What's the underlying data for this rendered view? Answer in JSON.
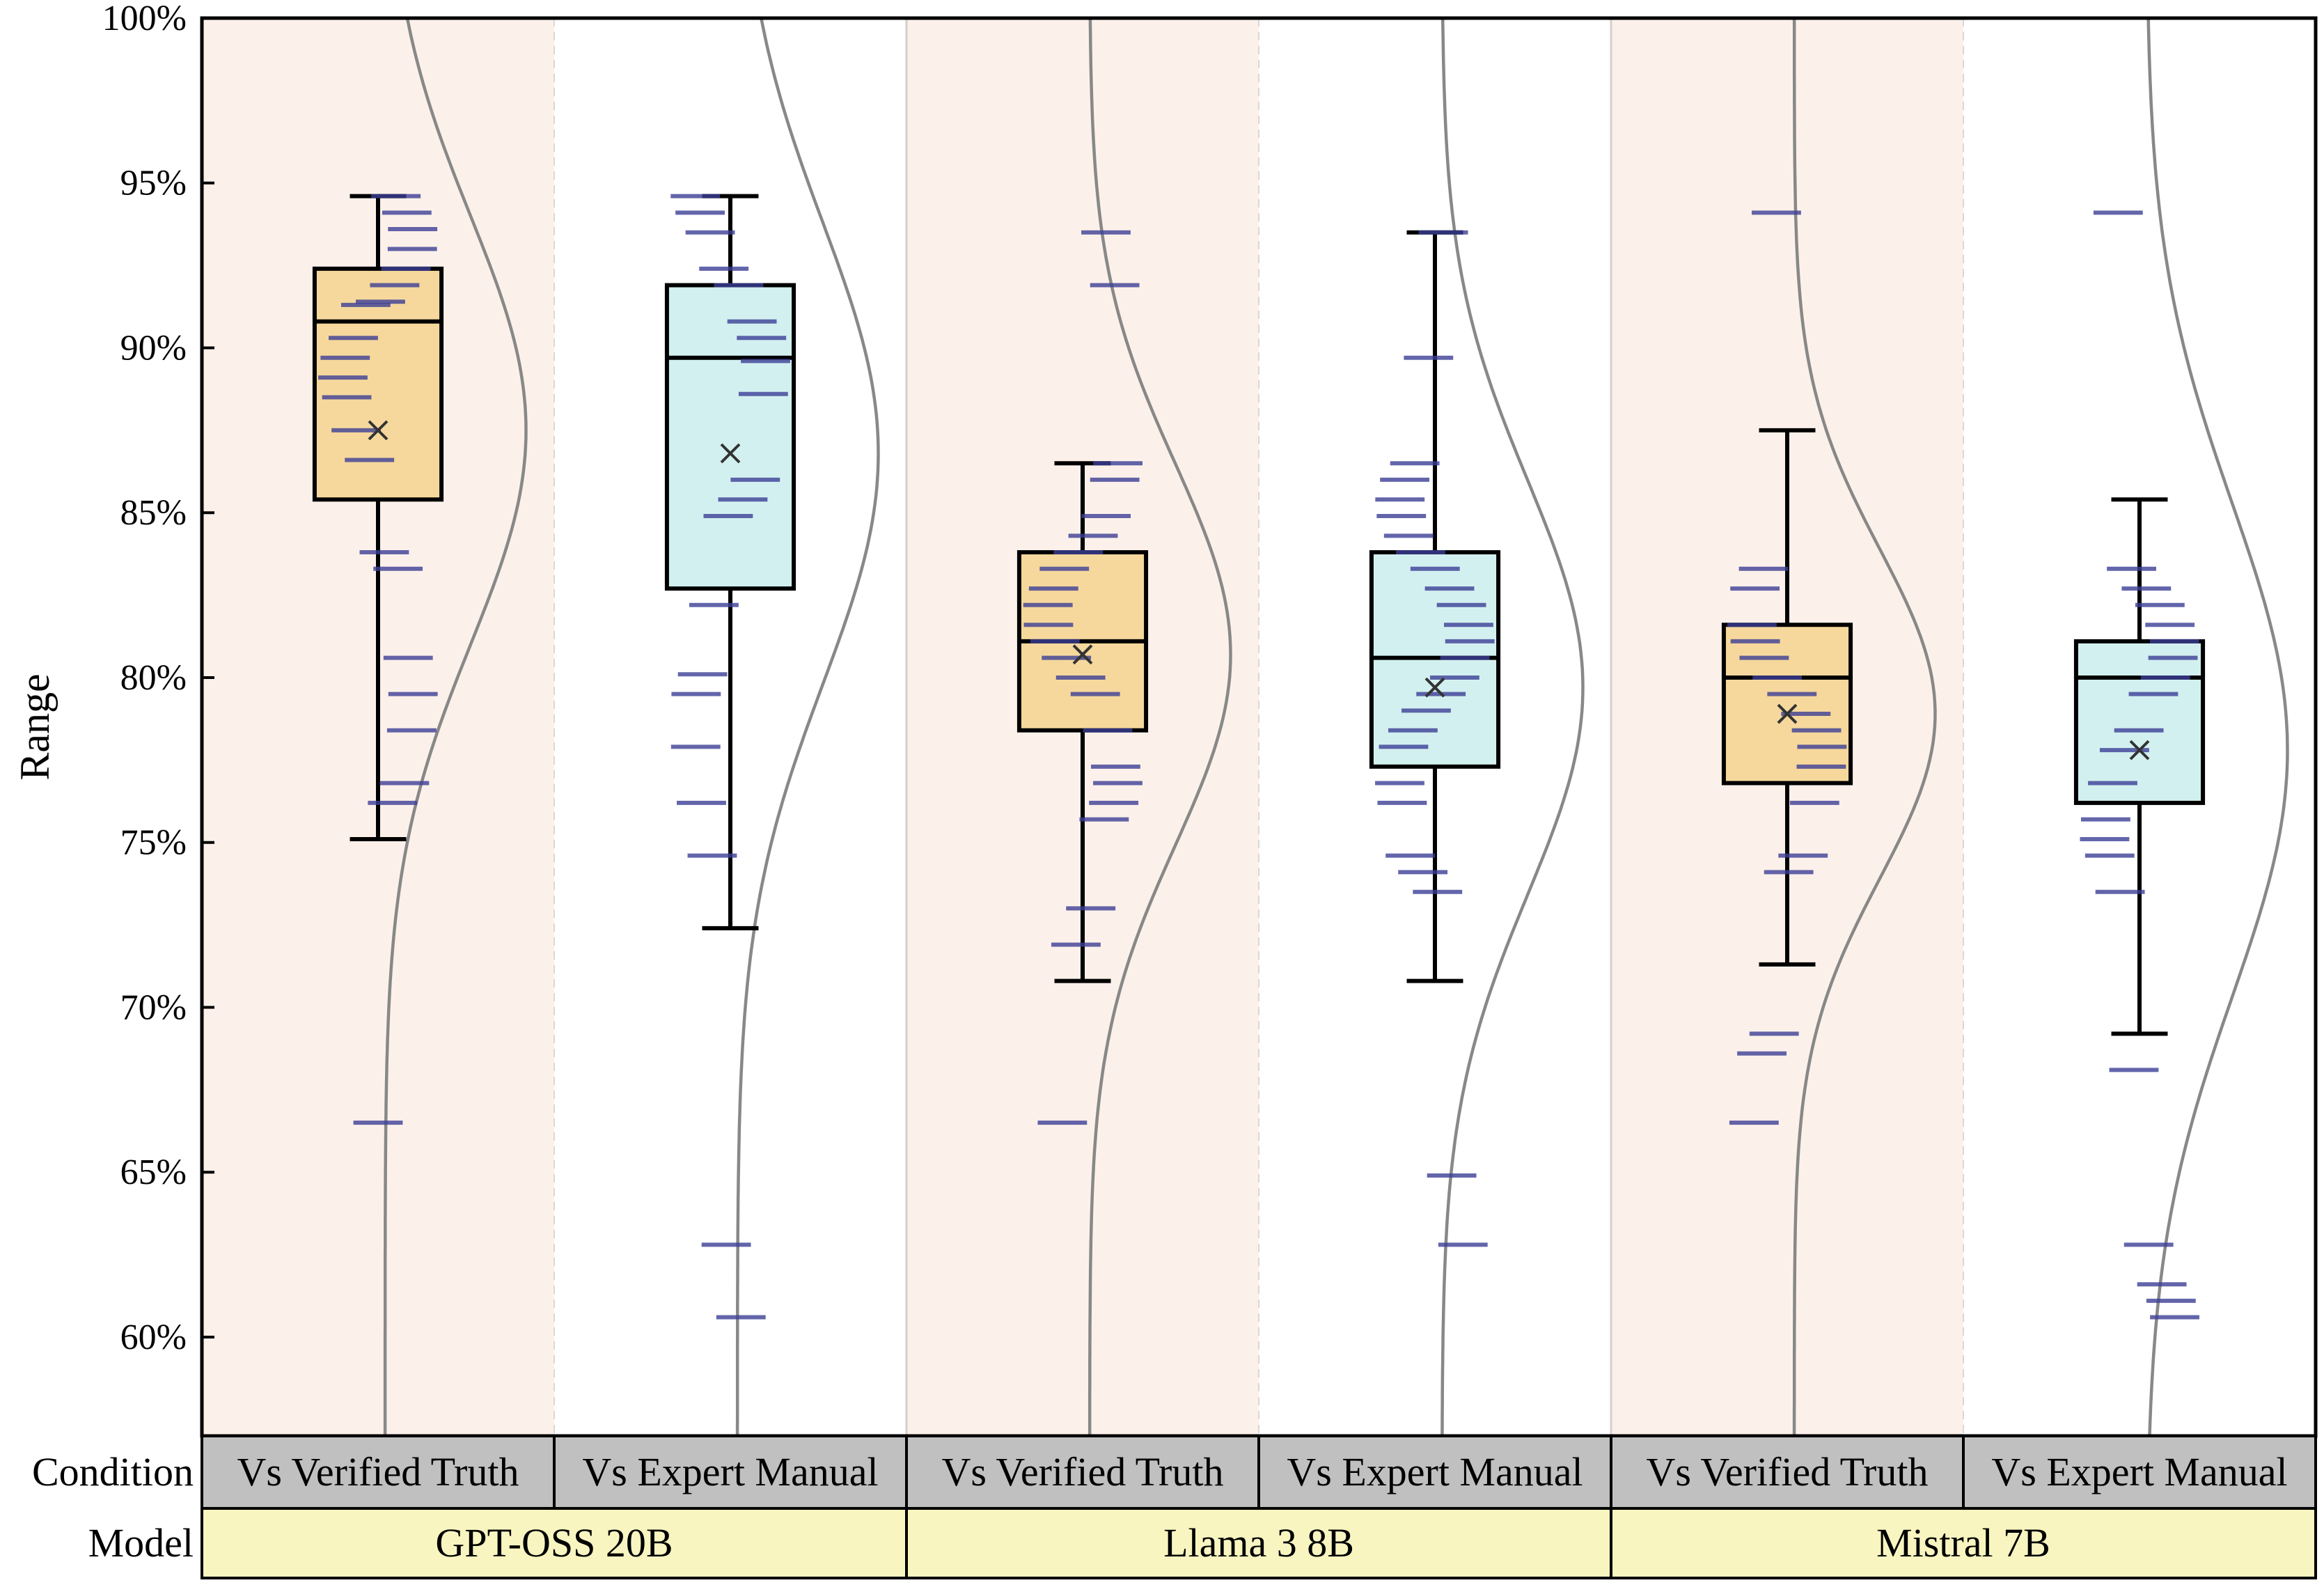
{
  "chart_data": {
    "type": "box",
    "ylabel": "Range",
    "ylim": [
      57,
      100
    ],
    "yticks": [
      60,
      65,
      70,
      75,
      80,
      85,
      90,
      95,
      100
    ],
    "ytick_labels": [
      "60%",
      "65%",
      "70%",
      "75%",
      "80%",
      "85%",
      "90%",
      "95%",
      "100%"
    ],
    "row_labels": {
      "condition": "Condition",
      "model": "Model"
    },
    "models": [
      "GPT-OSS 20B",
      "Llama 3 8B",
      "Mistral 7B"
    ],
    "conditions": [
      "Vs Verified Truth",
      "Vs Expert Manual"
    ],
    "colors": {
      "band": "#fcf1ea",
      "box_verified": "#f6d89c",
      "box_expert": "#d3f0f0",
      "strip_condition": "#c0c0c0",
      "strip_model": "#f8f5c0",
      "point": "#3c3e96",
      "curve": "#888888"
    },
    "groups": [
      {
        "model": "GPT-OSS 20B",
        "condition": "Vs Verified Truth",
        "whisker_low": 75.1,
        "q1": 85.4,
        "median": 90.8,
        "q3": 92.4,
        "whisker_high": 94.6,
        "mean": 87.5,
        "points": [
          66.5,
          76.2,
          76.8,
          78.4,
          79.5,
          80.6,
          83.3,
          83.8,
          86.6,
          87.5,
          88.5,
          89.1,
          89.7,
          90.3,
          91.3,
          91.4,
          91.9,
          92.4,
          93.0,
          93.6,
          94.1,
          94.6
        ],
        "density_mean": 87.5,
        "density_sd": 6.5
      },
      {
        "model": "GPT-OSS 20B",
        "condition": "Vs Expert Manual",
        "whisker_low": 72.4,
        "q1": 82.7,
        "median": 89.7,
        "q3": 91.9,
        "whisker_high": 94.6,
        "mean": 86.8,
        "points": [
          60.6,
          62.8,
          74.6,
          76.2,
          77.9,
          79.5,
          80.1,
          82.2,
          84.9,
          85.4,
          86.0,
          88.6,
          89.6,
          90.3,
          90.8,
          91.9,
          92.4,
          93.5,
          94.1,
          94.6
        ],
        "density_mean": 86.8,
        "density_sd": 7.0
      },
      {
        "model": "Llama 3 8B",
        "condition": "Vs Verified Truth",
        "whisker_low": 70.8,
        "q1": 78.4,
        "median": 81.1,
        "q3": 83.8,
        "whisker_high": 86.5,
        "mean": 80.7,
        "points": [
          66.5,
          71.9,
          73.0,
          75.7,
          76.2,
          76.8,
          77.3,
          78.4,
          79.5,
          80.0,
          80.6,
          81.1,
          81.6,
          82.2,
          82.7,
          83.3,
          83.8,
          84.3,
          84.9,
          86.0,
          86.5,
          91.9,
          93.5
        ],
        "density_mean": 80.7,
        "density_sd": 5.8
      },
      {
        "model": "Llama 3 8B",
        "condition": "Vs Expert Manual",
        "whisker_low": 70.8,
        "q1": 77.3,
        "median": 80.6,
        "q3": 83.8,
        "whisker_high": 93.5,
        "mean": 79.7,
        "points": [
          62.8,
          64.9,
          73.5,
          74.1,
          74.6,
          76.2,
          76.8,
          77.9,
          78.4,
          79.0,
          79.5,
          80.0,
          80.6,
          81.1,
          81.6,
          82.2,
          82.7,
          83.3,
          83.8,
          84.3,
          84.9,
          85.4,
          86.0,
          86.5,
          89.7,
          93.5
        ],
        "density_mean": 79.7,
        "density_sd": 6.3
      },
      {
        "model": "Mistral 7B",
        "condition": "Vs Verified Truth",
        "whisker_low": 71.3,
        "q1": 76.8,
        "median": 80.0,
        "q3": 81.6,
        "whisker_high": 87.5,
        "mean": 78.9,
        "points": [
          66.5,
          68.6,
          69.2,
          74.1,
          74.6,
          76.2,
          77.3,
          77.9,
          78.4,
          78.9,
          79.5,
          80.0,
          80.6,
          81.1,
          81.6,
          82.7,
          83.3,
          94.1
        ],
        "density_mean": 78.9,
        "density_sd": 5.0
      },
      {
        "model": "Mistral 7B",
        "condition": "Vs Expert Manual",
        "whisker_low": 69.2,
        "q1": 76.2,
        "median": 80.0,
        "q3": 81.1,
        "whisker_high": 85.4,
        "mean": 77.8,
        "points": [
          60.6,
          61.1,
          61.6,
          62.8,
          68.1,
          73.5,
          74.6,
          75.1,
          75.7,
          76.8,
          77.8,
          78.4,
          79.5,
          80.0,
          80.6,
          81.1,
          81.6,
          82.2,
          82.7,
          83.3,
          94.1
        ],
        "density_mean": 77.8,
        "density_sd": 7.5
      }
    ]
  }
}
